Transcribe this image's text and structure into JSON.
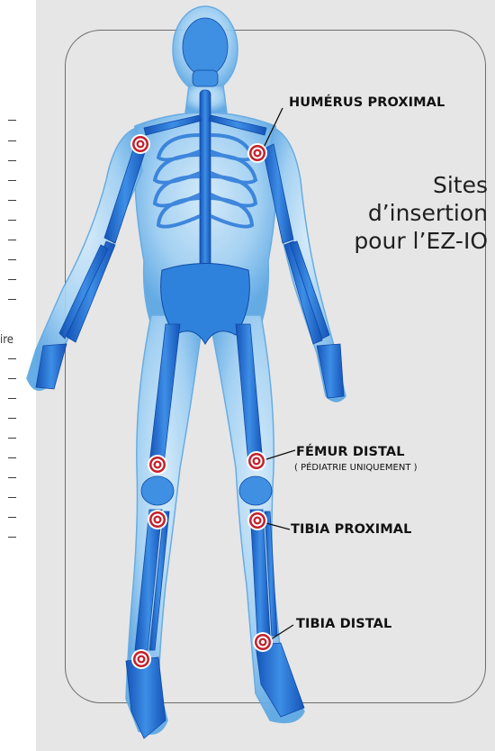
{
  "title": {
    "line1": "Sites",
    "line2": "d’insertion",
    "line3": "pour l’EZ-IO"
  },
  "sites": [
    {
      "label": "HUMÉRUS PROXIMAL",
      "sub": ""
    },
    {
      "label": "FÉMUR DISTAL",
      "sub": "( PÉDIATRIE UNIQUEMENT )"
    },
    {
      "label": "TIBIA PROXIMAL",
      "sub": ""
    },
    {
      "label": "TIBIA DISTAL",
      "sub": ""
    }
  ],
  "left_snippet": "ire",
  "colors": {
    "body": "#8cc4f0",
    "bone": "#1f6fd0",
    "target": "#c2202b",
    "frame": "#6d6d6d",
    "background": "#e6e6e7"
  }
}
